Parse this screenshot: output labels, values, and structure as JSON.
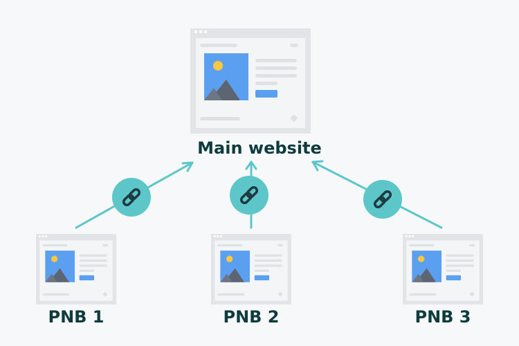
{
  "main_site": {
    "label": "Main website"
  },
  "pnbs": [
    {
      "label": "PNB 1"
    },
    {
      "label": "PNB 2"
    },
    {
      "label": "PNB 3"
    }
  ],
  "colors": {
    "background": "#f7f8f9",
    "window_frame": "#e2e4e8",
    "window_dots": "#ffffff",
    "page_bg": "#f4f5f7",
    "placeholder_line": "#dfe1e5",
    "image_blue": "#5b9ff0",
    "sun": "#f9c840",
    "mountain": "#5d6472",
    "button_blue": "#5b9ff0",
    "link_teal": "#5cc6c9",
    "chain": "#1d3a40",
    "label_text": "#0f3b3f"
  },
  "icons": [
    "browser-window-icon",
    "image-icon",
    "chain-link-icon",
    "arrow-icon"
  ]
}
